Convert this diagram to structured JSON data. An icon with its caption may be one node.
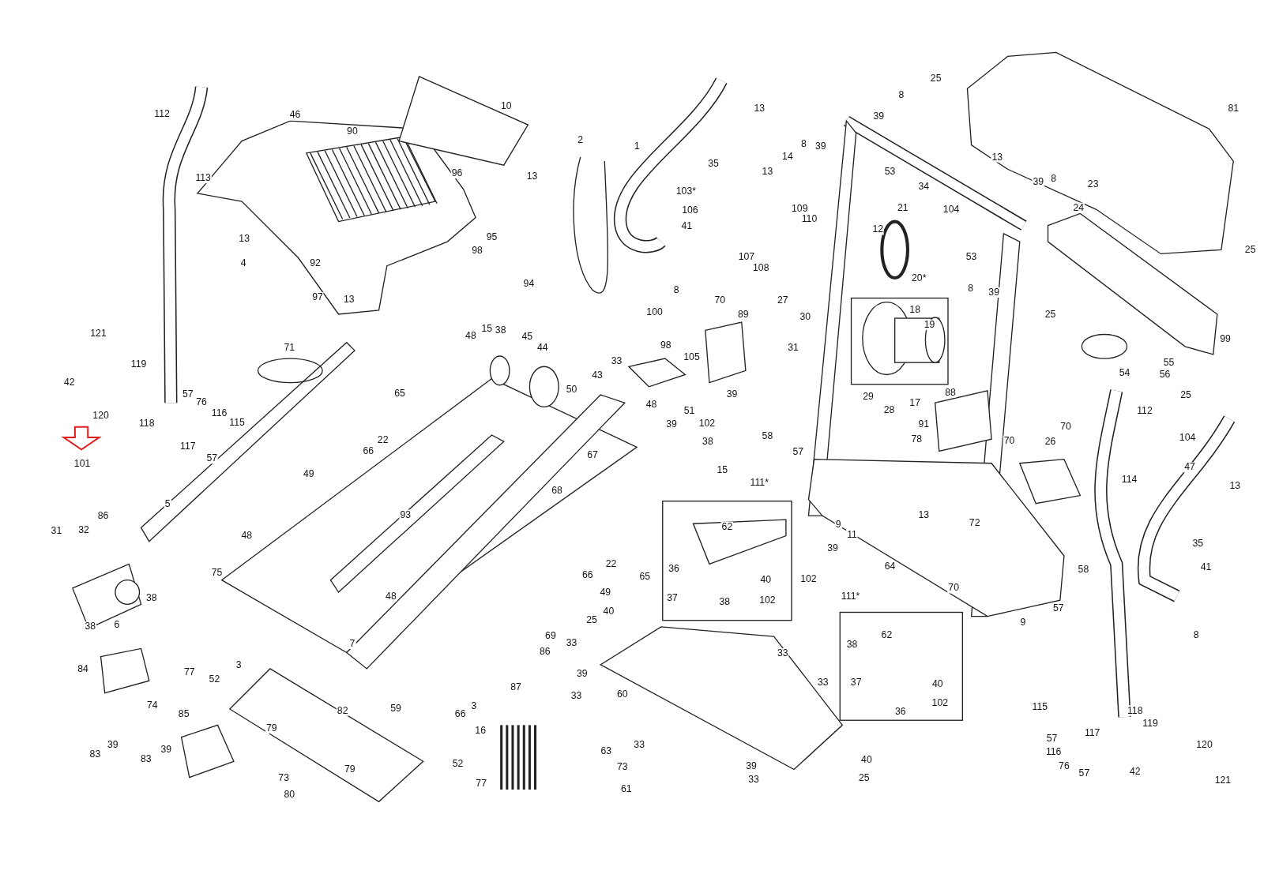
{
  "diagram": {
    "labels": [
      "25",
      "81",
      "8",
      "39",
      "13",
      "10",
      "112",
      "46",
      "90",
      "2",
      "1",
      "8",
      "39",
      "14",
      "13",
      "35",
      "53",
      "13",
      "113",
      "96",
      "34",
      "23",
      "39",
      "8",
      "13",
      "103*",
      "109",
      "106",
      "21",
      "104",
      "24",
      "110",
      "12",
      "41",
      "95",
      "13",
      "25",
      "53",
      "107",
      "4",
      "92",
      "108",
      "8",
      "98",
      "20*",
      "8",
      "39",
      "94",
      "97",
      "13",
      "27",
      "70",
      "18",
      "100",
      "121",
      "25",
      "89",
      "30",
      "19",
      "15",
      "38",
      "48",
      "45",
      "44",
      "98",
      "99",
      "31",
      "71",
      "33",
      "105",
      "54",
      "55",
      "56",
      "119",
      "43",
      "25",
      "42",
      "88",
      "29",
      "17",
      "50",
      "57",
      "76",
      "39",
      "48",
      "65",
      "112",
      "120",
      "118",
      "116",
      "115",
      "28",
      "51",
      "39",
      "102",
      "91",
      "104",
      "70",
      "22",
      "117",
      "78",
      "58",
      "38",
      "70",
      "66",
      "67",
      "57",
      "26",
      "57",
      "47",
      "101",
      "49",
      "15",
      "114",
      "13",
      "111*",
      "5",
      "68",
      "93",
      "86",
      "31",
      "32",
      "62",
      "13",
      "9",
      "72",
      "11",
      "48",
      "35",
      "39",
      "36",
      "22",
      "65",
      "102",
      "64",
      "41",
      "75",
      "58",
      "66",
      "40",
      "70",
      "38",
      "49",
      "48",
      "37",
      "38",
      "102",
      "111*",
      "6",
      "38",
      "40",
      "25",
      "57",
      "9",
      "69",
      "8",
      "33",
      "62",
      "38",
      "7",
      "86",
      "33",
      "84",
      "77",
      "3",
      "39",
      "40",
      "33",
      "52",
      "37",
      "87",
      "60",
      "33",
      "36",
      "102",
      "3",
      "66",
      "115",
      "118",
      "74",
      "82",
      "59",
      "79",
      "119",
      "85",
      "16",
      "117",
      "57",
      "120",
      "33",
      "116",
      "63",
      "83",
      "39",
      "39",
      "83",
      "52",
      "40",
      "76",
      "39",
      "73",
      "42",
      "57",
      "79",
      "121",
      "33",
      "25",
      "73",
      "77",
      "61",
      "80"
    ]
  }
}
